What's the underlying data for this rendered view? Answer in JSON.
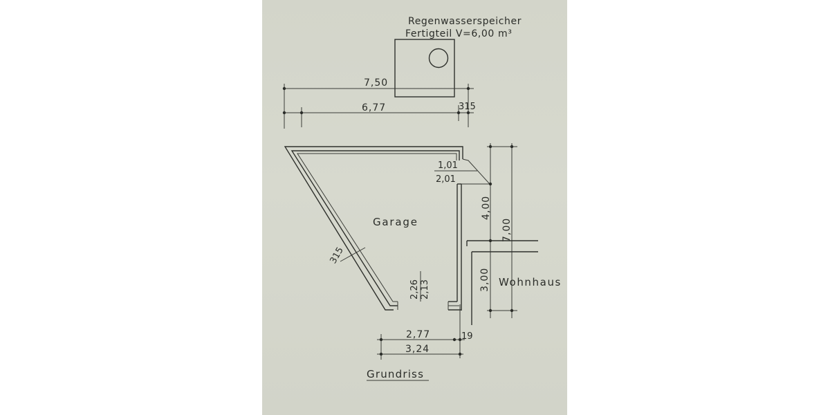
{
  "tank": {
    "title_line1": "Regenwasserspeicher",
    "title_line2": "Fertigteil  V=6,00 m³"
  },
  "dimensions": {
    "top_total": "7,50",
    "top_inner": "6,77",
    "top_wall": "315",
    "step_upper": "1,01",
    "step_lower": "2,01",
    "right_upper": "4,00",
    "right_total": "7,00",
    "right_lower": "3,00",
    "diag_wall": "315",
    "door_outer": "2,26",
    "door_inner": "2,13",
    "bottom_inner": "2,77",
    "bottom_wall": "19",
    "bottom_total": "3,24"
  },
  "rooms": {
    "garage": "Garage",
    "house": "Wohnhaus"
  },
  "caption": "Grundriss",
  "colors": {
    "paper": "#d5d7cc",
    "ink": "#2e302c",
    "background": "#ffffff"
  }
}
